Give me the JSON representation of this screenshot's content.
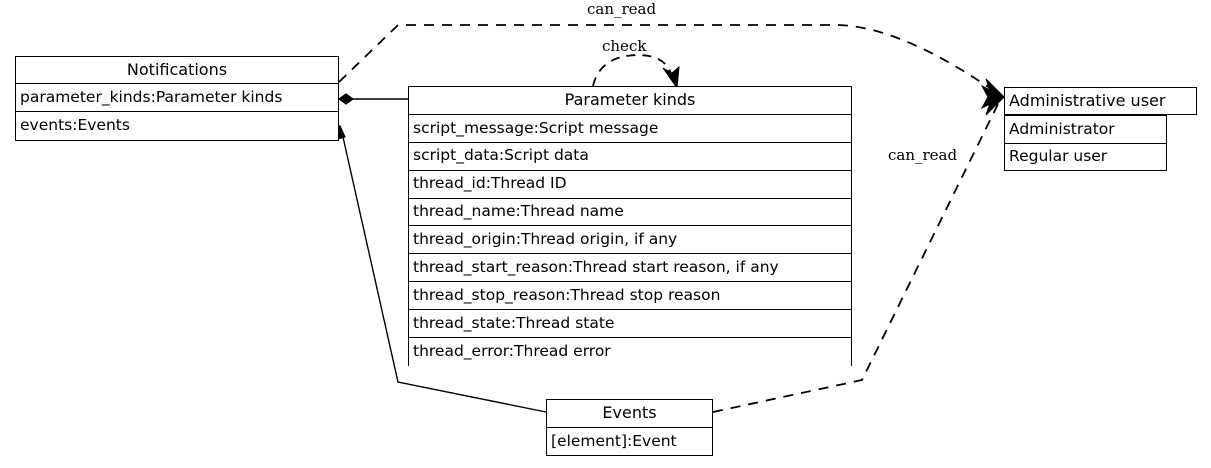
{
  "diagram": {
    "type": "uml-class-diagram",
    "background_color": "#ffffff",
    "line_color": "#000000",
    "classes": [
      {
        "id": "notifications",
        "name": "Notifications",
        "attributes": [
          "parameter_kinds:Parameter kinds",
          "events:Events"
        ]
      },
      {
        "id": "parameter_kinds",
        "name": "Parameter kinds",
        "attributes": [
          "script_message:Script message",
          "script_data:Script data",
          "thread_id:Thread ID",
          "thread_name:Thread name",
          "thread_origin:Thread origin, if any",
          "thread_start_reason:Thread start reason, if any",
          "thread_stop_reason:Thread stop reason",
          "thread_state:Thread state",
          "thread_error:Thread error"
        ]
      },
      {
        "id": "administrative_user",
        "name": "Administrative user",
        "attributes": [
          "Administrator",
          "Regular user"
        ]
      },
      {
        "id": "events",
        "name": "Events",
        "attributes": [
          "[element]:Event"
        ]
      }
    ],
    "edges": [
      {
        "id": "notifications-parameter-kinds",
        "from": "notifications",
        "to": "parameter_kinds",
        "style": "solid",
        "source_marker": "filled-diamond",
        "label": ""
      },
      {
        "id": "notifications-events",
        "from": "notifications",
        "to": "events",
        "style": "solid",
        "source_marker": "filled-diamond",
        "label": ""
      },
      {
        "id": "notifications-admin-can-read",
        "from": "notifications",
        "to": "administrative_user",
        "style": "dashed",
        "target_marker": "arrow",
        "label": "can_read"
      },
      {
        "id": "parameter-kinds-self-check",
        "from": "parameter_kinds",
        "to": "parameter_kinds",
        "style": "dashed",
        "target_marker": "arrow",
        "label": "check"
      },
      {
        "id": "events-admin-can-read",
        "from": "events",
        "to": "administrative_user",
        "style": "dashed",
        "target_marker": "arrow",
        "label": "can_read"
      }
    ]
  }
}
